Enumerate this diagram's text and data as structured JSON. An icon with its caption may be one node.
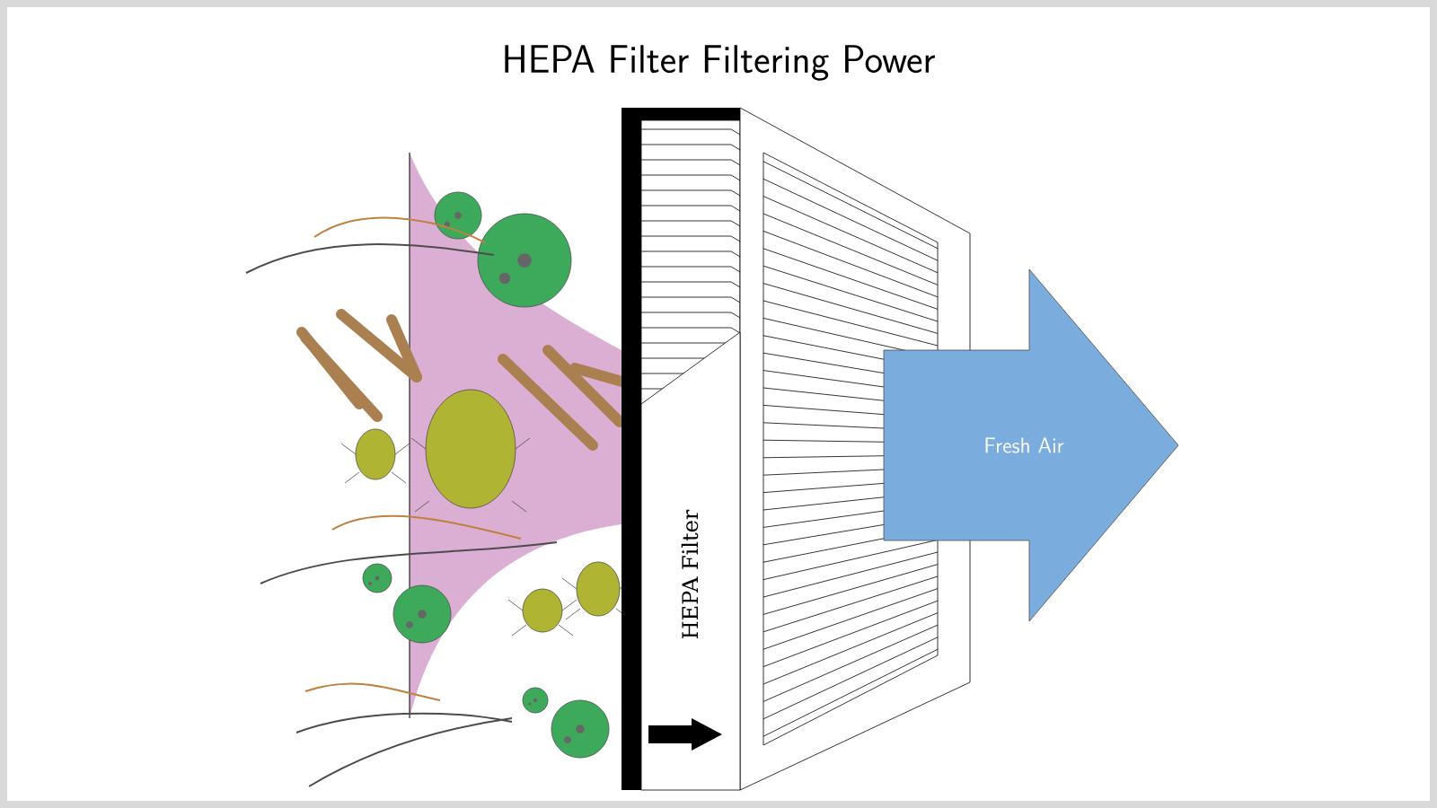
{
  "diagram": {
    "title": "HEPA Filter Filtering Power",
    "nodes": [
      {
        "text": [
          "HEPA Filter"
        ]
      },
      {
        "text": [
          "Fresh Air"
        ]
      }
    ]
  }
}
